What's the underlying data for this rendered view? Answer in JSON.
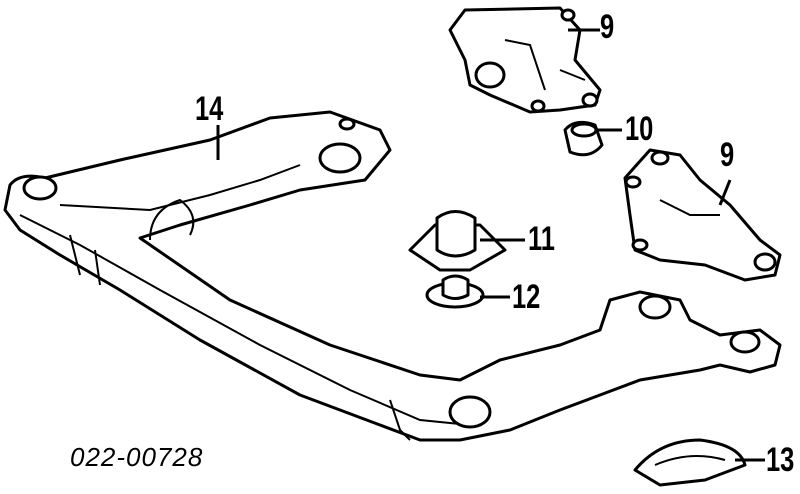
{
  "diagram": {
    "callouts": [
      {
        "id": "9a",
        "text": "9"
      },
      {
        "id": "10",
        "text": "10"
      },
      {
        "id": "9b",
        "text": "9"
      },
      {
        "id": "11",
        "text": "11"
      },
      {
        "id": "12",
        "text": "12"
      },
      {
        "id": "13",
        "text": "13"
      },
      {
        "id": "14",
        "text": "14"
      }
    ],
    "reference_code": "022-00728"
  }
}
